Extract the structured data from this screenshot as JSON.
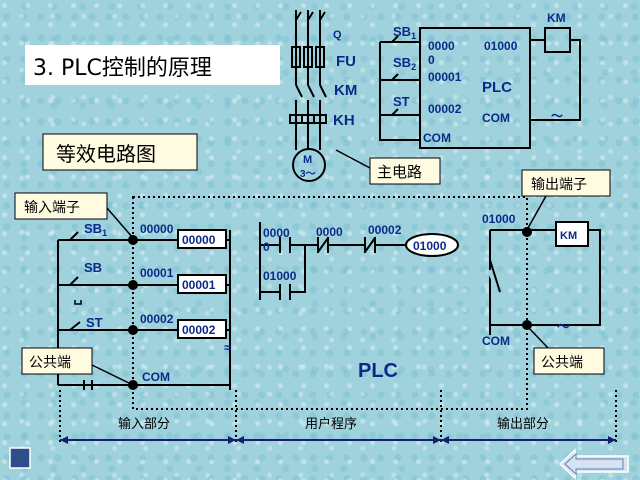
{
  "title": "3. PLC控制的原理",
  "subtitle": "等效电路图",
  "main_circuit": {
    "q": "Q",
    "fu": "FU",
    "km": "KM",
    "kh": "KH",
    "motor_m": "M",
    "motor_3": "3～",
    "callout": "主电路"
  },
  "top_plc": {
    "sb1": "SB",
    "sb1_sub": "1",
    "sb2": "SB",
    "sb2_sub": "2",
    "st": "ST",
    "in1a": "0000",
    "in1b": "0",
    "in2": "00001",
    "in3": "00002",
    "com_in": "COM",
    "out": "01000",
    "plc": "PLC",
    "com_out": "COM",
    "km": "KM",
    "ac": "～"
  },
  "labels": {
    "input_terminal": "输入端子",
    "common_terminal": "公共端",
    "output_terminal": "输出端子",
    "common_terminal_right": "公共端"
  },
  "input_section": {
    "sb1": "SB",
    "sb1_sub": "1",
    "sb": "SB",
    "st": "ST",
    "addr1": "00000",
    "addr2": "00001",
    "addr3": "00002",
    "box1": "00000",
    "box2": "00001",
    "box3": "00002",
    "com": "COM",
    "ac": "≈"
  },
  "program": {
    "c1a": "0000",
    "c1b": "0",
    "c2": "0000",
    "c3": "00002",
    "coil": "01000",
    "c4": "01000",
    "plc": "PLC"
  },
  "output_section": {
    "addr": "01000",
    "km": "KM",
    "ac": "～",
    "com": "COM"
  },
  "sections": {
    "input": "输入部分",
    "program": "用户程序",
    "output": "输出部分"
  }
}
